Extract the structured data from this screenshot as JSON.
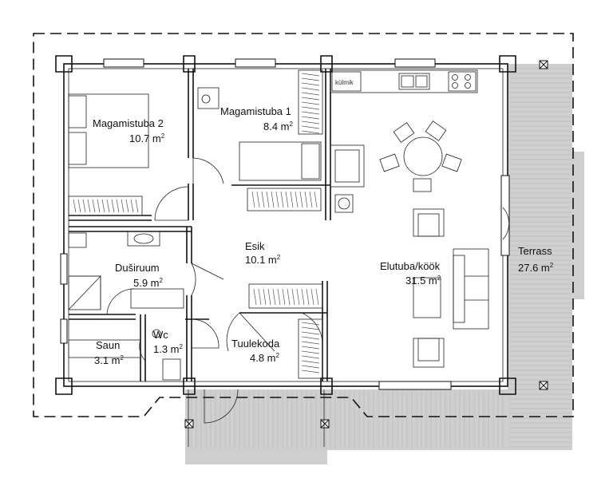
{
  "rooms": {
    "magamistuba2": {
      "name": "Magamistuba 2",
      "area": "10.7 m",
      "unit_sup": "2"
    },
    "magamistuba1": {
      "name": "Magamistuba 1",
      "area": "8.4 m",
      "unit_sup": "2"
    },
    "esik": {
      "name": "Esik",
      "area": "10.1 m",
      "unit_sup": "2"
    },
    "dussiruum": {
      "name": "Duširuum",
      "area": "5.9 m",
      "unit_sup": "2"
    },
    "elutuba": {
      "name": "Elutuba/köök",
      "area": "31.5 m",
      "unit_sup": "2"
    },
    "terrass": {
      "name": "Terrass",
      "area": "27.6 m",
      "unit_sup": "2"
    },
    "saun": {
      "name": "Saun",
      "area": "3.1 m",
      "unit_sup": "2"
    },
    "wc": {
      "name": "Wc",
      "area": "1.3 m",
      "unit_sup": "2"
    },
    "tuulekoda": {
      "name": "Tuulekoda",
      "area": "4.8 m",
      "unit_sup": "2"
    }
  },
  "fixtures": {
    "fridge_label": "külmik"
  },
  "colors": {
    "terrace_fill": "#cfcfcf",
    "wall": "#111111"
  }
}
